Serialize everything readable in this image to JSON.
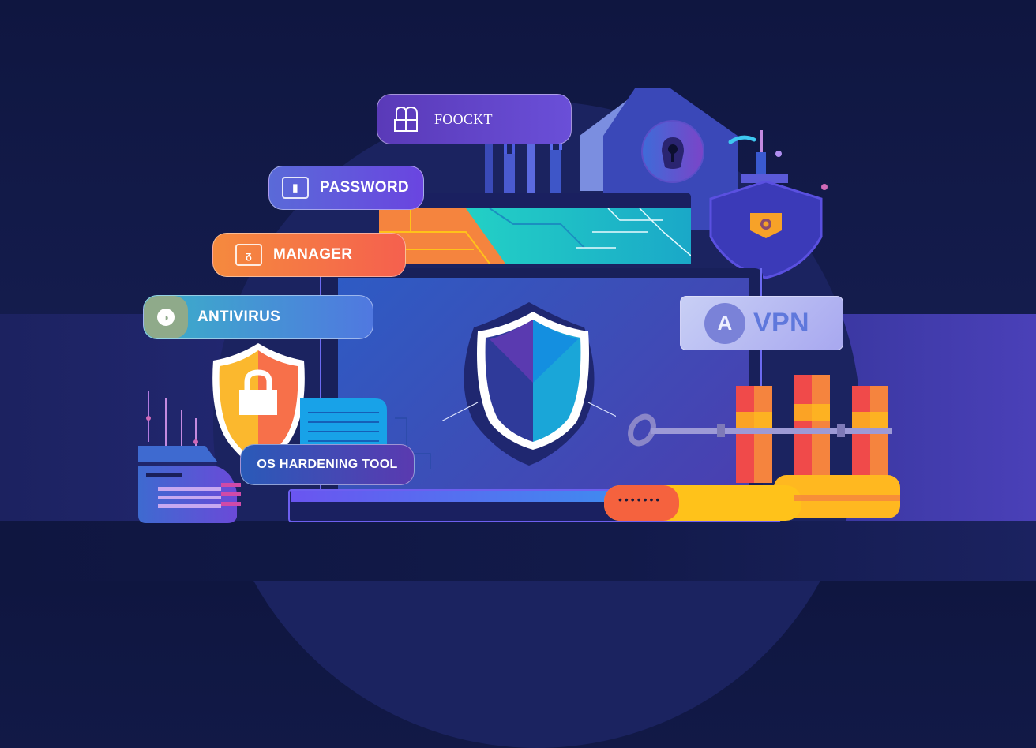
{
  "illustration": {
    "theme": "cybersecurity tools",
    "colors": {
      "background": "#0f1640",
      "dome": "#1b2360",
      "accent_purple": "#6a4fd8",
      "accent_orange": "#f5793e",
      "accent_teal": "#25d6c4",
      "accent_yellow": "#ffc21a"
    }
  },
  "labels": {
    "toolkit": {
      "text": "FOOCKT",
      "icon": "blocks-icon"
    },
    "password": {
      "text": "PASSWORD",
      "icon": "keyhole-icon"
    },
    "manager": {
      "text": "MANAGER",
      "icon": "vault-door-icon"
    },
    "antivirus": {
      "text": "ANTIVIRUS",
      "icon": "bug-shield-icon"
    },
    "vpn": {
      "text": "VPN",
      "badge": "A"
    },
    "os_hardening": {
      "text": "OS HARDENING TOOL"
    }
  },
  "decor": {
    "lock_shield_dots": "•••••••"
  }
}
